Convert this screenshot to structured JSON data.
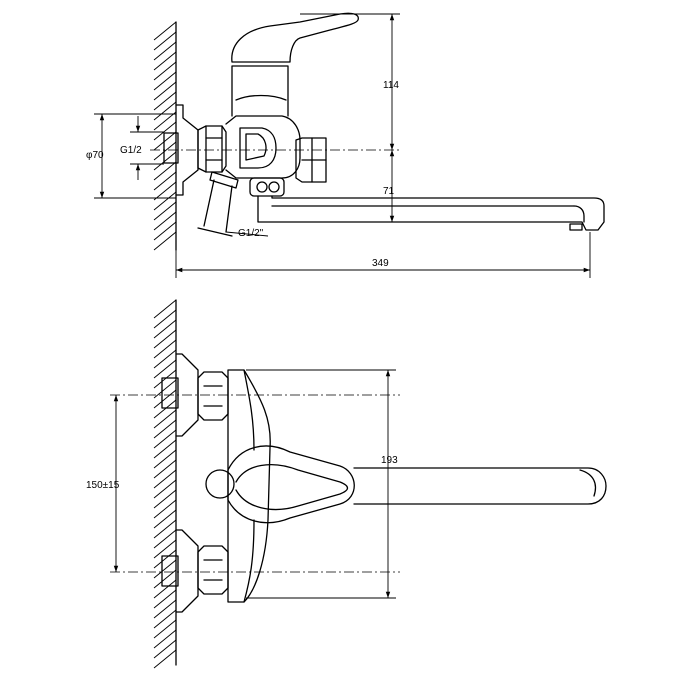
{
  "side_view": {
    "dim_height": "114",
    "dim_spout_drop": "71",
    "dim_length": "349",
    "dim_flange_dia": "φ70",
    "dim_inlet_thread": "G1/2",
    "dim_outlet_thread": "G1/2\""
  },
  "top_view": {
    "dim_spout_reach": "193",
    "dim_center_distance": "150±15"
  },
  "colors": {
    "line": "#000000",
    "background": "#ffffff"
  }
}
